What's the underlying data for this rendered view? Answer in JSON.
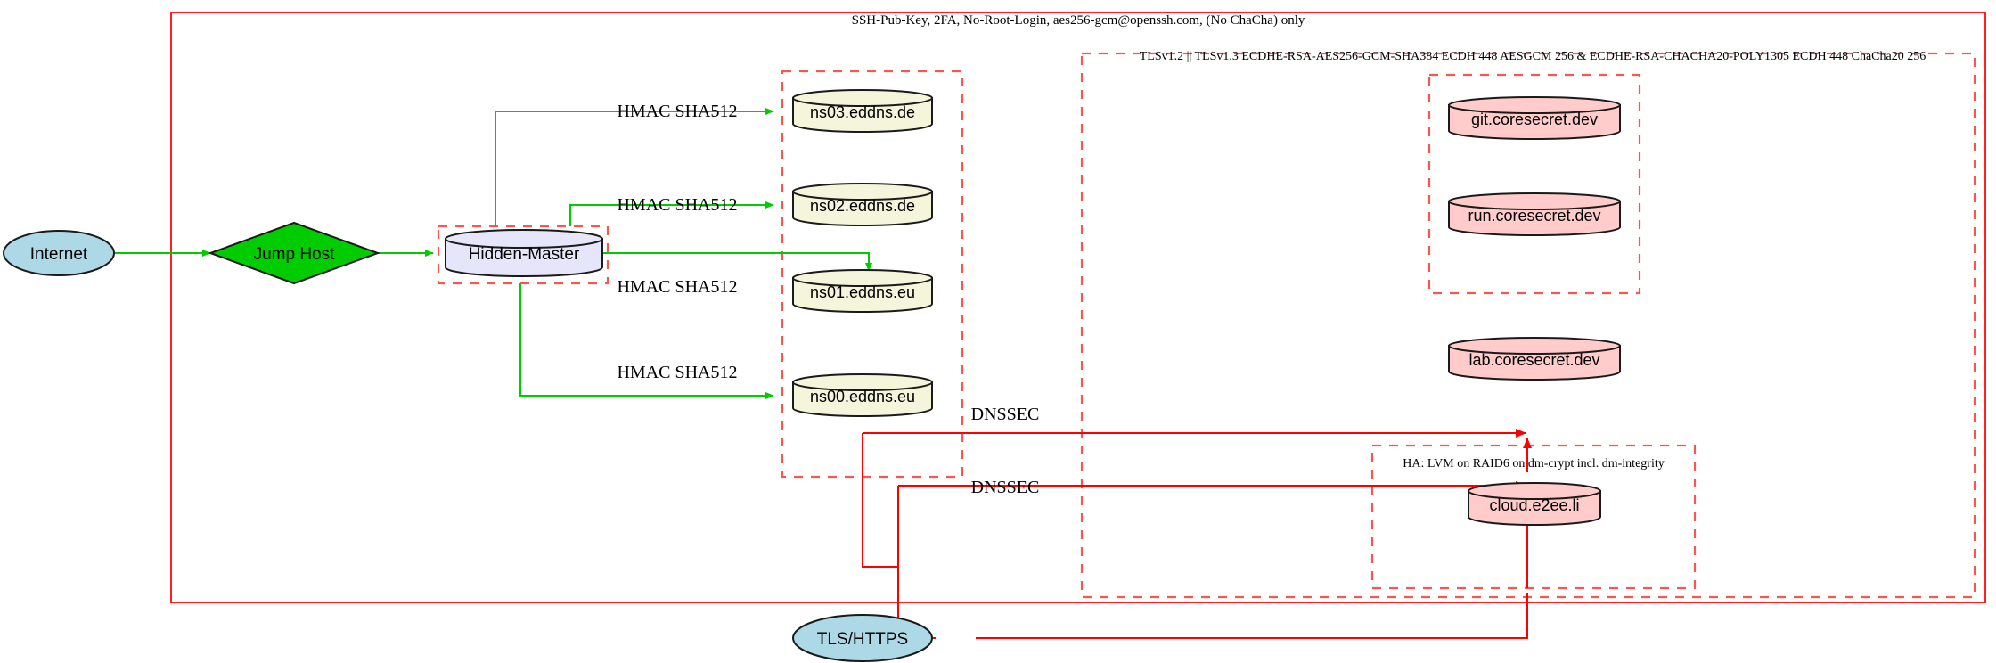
{
  "diagram": {
    "title_top": "SSH-Pub-Key, 2FA, No-Root-Login, aes256-gcm@openssh.com, (No ChaCha) only",
    "tls_cluster_label": "TLSv1.2 || TLSv1.3 ECDHE-RSA-AES256-GCM-SHA384 ECDH 448 AESGCM 256 & ECDHE-RSA-CHACHA20-POLY1305 ECDH 448 ChaCha20 256",
    "ha_cluster_label": "HA: LVM on RAID6 on dm-crypt incl. dm-integrity"
  },
  "nodes": {
    "internet": {
      "label": "Internet",
      "shape": "ellipse",
      "fill": "#add8e6"
    },
    "jump_host": {
      "label": "Jump Host",
      "shape": "diamond",
      "fill": "#00cc00"
    },
    "hidden_master": {
      "label": "Hidden-Master",
      "shape": "cylinder",
      "fill": "#e6e6fa"
    },
    "tls_https": {
      "label": "TLS/HTTPS",
      "shape": "ellipse",
      "fill": "#add8e6"
    },
    "dns": [
      {
        "label": "ns03.eddns.de",
        "shape": "cylinder",
        "fill": "#f5f5dc"
      },
      {
        "label": "ns02.eddns.de",
        "shape": "cylinder",
        "fill": "#f5f5dc"
      },
      {
        "label": "ns01.eddns.eu",
        "shape": "cylinder",
        "fill": "#f5f5dc"
      },
      {
        "label": "ns00.eddns.eu",
        "shape": "cylinder",
        "fill": "#f5f5dc"
      }
    ],
    "services": [
      {
        "label": "git.coresecret.dev",
        "shape": "cylinder",
        "fill": "#ffcccb"
      },
      {
        "label": "run.coresecret.dev",
        "shape": "cylinder",
        "fill": "#ffcccb"
      },
      {
        "label": "lab.coresecret.dev",
        "shape": "cylinder",
        "fill": "#ffcccb"
      },
      {
        "label": "cloud.e2ee.li",
        "shape": "cylinder",
        "fill": "#ffcccb"
      }
    ]
  },
  "edge_labels": {
    "hmac": [
      "HMAC SHA512",
      "HMAC SHA512",
      "HMAC SHA512",
      "HMAC SHA512"
    ],
    "dnssec": [
      "DNSSEC",
      "DNSSEC"
    ]
  },
  "colors": {
    "edge_green": "#00cc00",
    "edge_red": "#ff0000",
    "cluster_red": "#ff2020",
    "cluster_dashed": "#f4584f",
    "node_stroke": "#1a1a1a"
  }
}
